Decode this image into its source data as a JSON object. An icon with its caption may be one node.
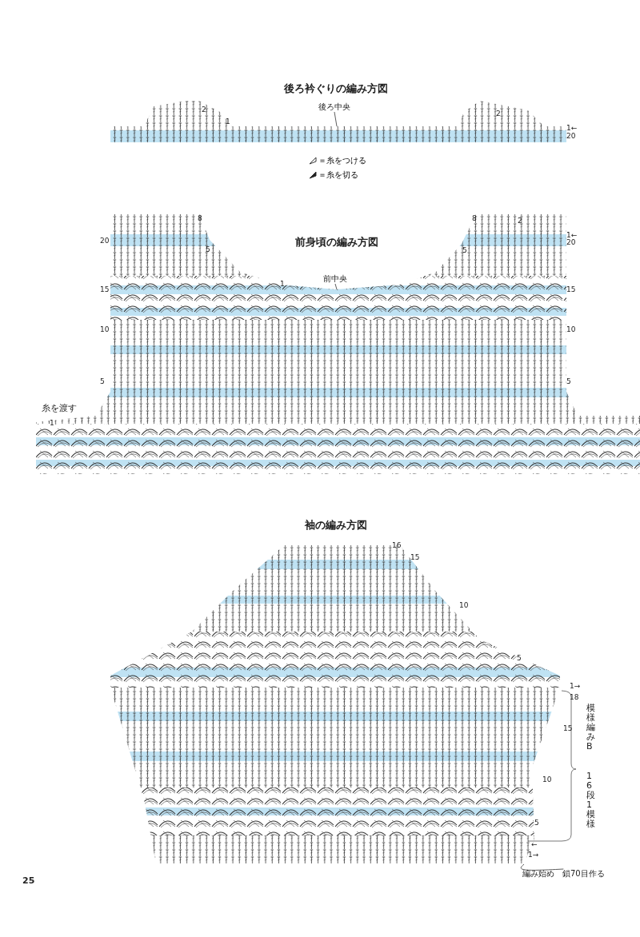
{
  "diagram": {
    "nodes": [
      {
        "text": [],
        "shape": "picture",
        "beside": [
          "後ろ衿ぐりの編み方図"
        ]
      },
      {
        "text": [
          "後ろ中央"
        ],
        "in": 0
      },
      {
        "text": [],
        "shape": "picture",
        "beside": [
          "前身頃の編み方図"
        ]
      },
      {
        "text": [
          "前中央"
        ],
        "in": 2
      },
      {
        "text": [],
        "shape": "picture",
        "beside": [
          "袖の編み方図"
        ]
      },
      {
        "text": [
          "編み始め　鎖70目作る"
        ]
      }
    ],
    "edges": [
      {
        "from": 1,
        "to": 0,
        "arrow": "none"
      },
      {
        "from": 3,
        "to": 2,
        "arrow": "none"
      },
      {
        "from": 5,
        "to": 4,
        "arrow": "none"
      }
    ],
    "labels": [
      "2",
      "1",
      "2",
      "1←",
      "20",
      "8",
      "20",
      "5",
      "1",
      "8",
      "2",
      "1←",
      "20",
      "5",
      "15",
      "15",
      "10",
      "10",
      "5",
      "5",
      "糸を渡す",
      "1",
      "16",
      "15",
      "10",
      "5",
      "1→",
      "18",
      "15",
      "模様編みB",
      "10",
      "16段1模様",
      "5",
      "←",
      "1→",
      "25"
    ],
    "legend": [
      {
        "text": "＝糸をつける"
      },
      {
        "text": "＝糸を切る"
      }
    ]
  }
}
